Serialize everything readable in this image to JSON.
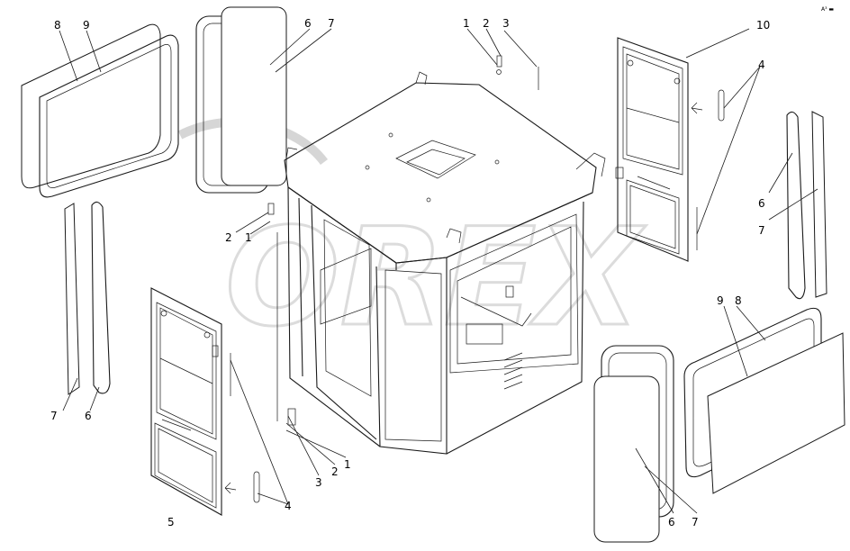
{
  "corner_mark": "A³ ▬",
  "watermark": "OREX",
  "labels": {
    "c1": "1",
    "c2": "2",
    "c3": "3",
    "c10": "10",
    "c4r": "4",
    "tl8": "8",
    "tl9": "9",
    "tl6": "6",
    "tl7": "7",
    "l2": "2",
    "l1": "1",
    "r6": "6",
    "r7": "7",
    "ll7": "7",
    "ll6": "6",
    "b5": "5",
    "b4": "4",
    "bc3": "3",
    "bc2": "2",
    "bc1": "1",
    "br9": "9",
    "br8": "8",
    "bm6": "6",
    "bm7": "7"
  }
}
